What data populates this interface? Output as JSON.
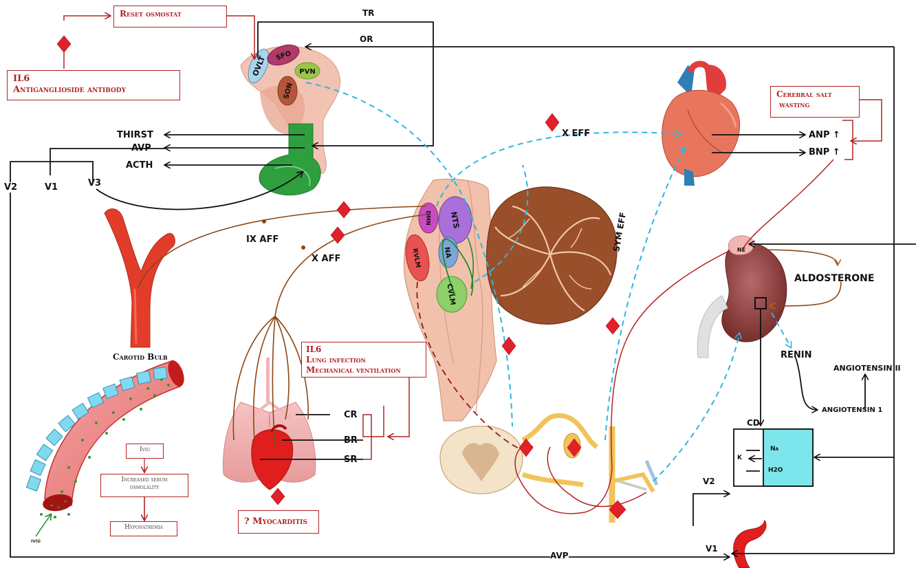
{
  "boxes": {
    "reset_osmostat": "Reset osmostat",
    "il6_antiganglioside_1": "IL6",
    "il6_antiganglioside_2": "Antiganglioside antibody",
    "cerebral_salt_1": "Cerebral salt",
    "cerebral_salt_2": "wasting",
    "lung_1": "IL6",
    "lung_2": "Lung infection",
    "lung_3": "Mechanical ventilation",
    "myocarditis": "? Myocarditis",
    "ivig": "Ivig",
    "serum_1": "Increased serum",
    "serum_2": "osmolality",
    "hyponatremia": "Hyponatremia"
  },
  "labels": {
    "tr": "TR",
    "or": "OR",
    "thirst": "THIRST",
    "avp_top": "AVP",
    "acth": "ACTH",
    "v2_left": "V2",
    "v1_left": "V1",
    "v3": "V3",
    "ix_aff": "IX AFF",
    "x_aff": "X AFF",
    "x_eff": "X EFF",
    "sym_eff": "SYM EFF",
    "anp": "ANP",
    "bnp": "BNP",
    "up_arrow": "↑",
    "aldosterone": "ALDOSTERONE",
    "renin": "RENIN",
    "angiotensin_ii": "ANGIOTENSIN II",
    "angiotensin_1": "ANGIOTENSIN 1",
    "carotid_bulb": "Carotid Bulb",
    "cd": "CD",
    "k": "K",
    "na": "Na",
    "h2o": "H2O",
    "v2_right": "V2",
    "v1_right": "V1",
    "avp_bottom": "AVP",
    "ivig_small": "ivig",
    "cr": "CR",
    "br": "BR",
    "sr": "SR",
    "ne": "NE"
  },
  "brain_nuclei": {
    "ovlt": "OVLT",
    "sfo": "SFO",
    "pvn": "PVN",
    "son": "SON"
  },
  "brainstem_nuclei": {
    "dmn": "DMN",
    "nts": "NTS",
    "na": "NA",
    "rvlm": "RVLM",
    "cvlm": "CVLM"
  },
  "colors": {
    "black_path": "#111111",
    "afferent": "#8b4513",
    "efferent": "#29b6e0",
    "marker": "#e0202a",
    "box_border": "#b22222",
    "nucleus_green": "#2e9e3e"
  }
}
